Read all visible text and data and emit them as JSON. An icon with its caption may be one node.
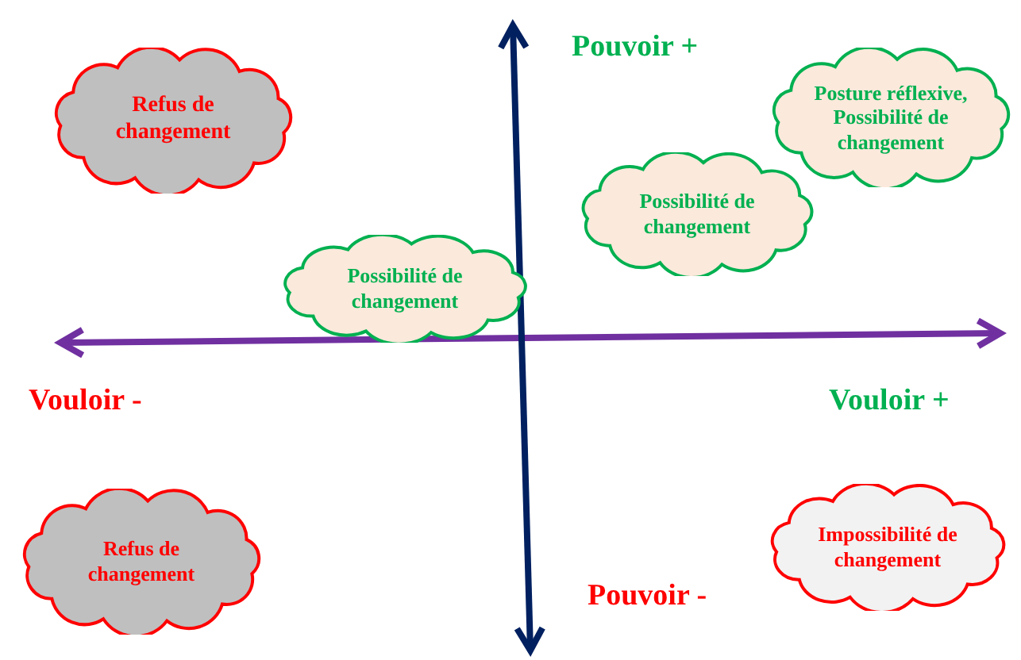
{
  "diagram": {
    "nodes": [
      {
        "text": [
          "Refus de changement"
        ]
      },
      {
        "text": [
          "Possibilité de changement"
        ]
      },
      {
        "text": [
          "Possibilité de changement"
        ]
      },
      {
        "text": [
          "Posture réflexive, Possibilité de changement"
        ]
      },
      {
        "text": [
          "Refus de changement"
        ]
      },
      {
        "text": [
          "Impossibilité de changement"
        ]
      }
    ],
    "edges": [],
    "labels": [
      "Pouvoir +",
      "Vouloir -",
      "Vouloir +",
      "Pouvoir -"
    ]
  }
}
